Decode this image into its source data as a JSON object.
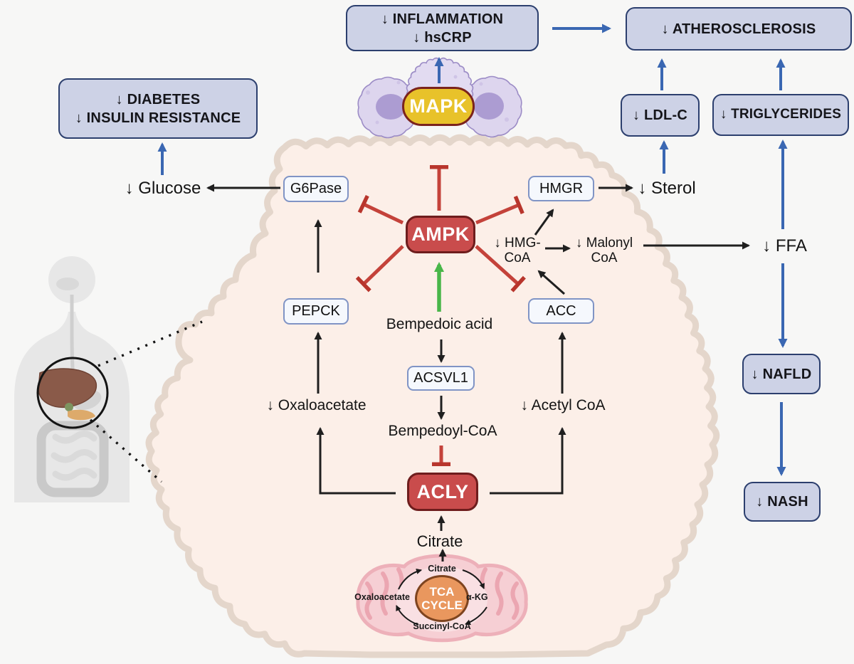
{
  "outcomes": {
    "inflammation": {
      "line1": "↓ INFLAMMATION",
      "line2": "↓ hsCRP"
    },
    "atherosclerosis": {
      "label": "↓ ATHEROSCLEROSIS"
    },
    "diabetes": {
      "line1": "↓ DIABETES",
      "line2": "↓ INSULIN RESISTANCE"
    },
    "ldl_c": {
      "label": "↓ LDL-C"
    },
    "triglycerides": {
      "label": "↓ TRIGLYCERIDES"
    },
    "nafld": {
      "label": "↓ NAFLD"
    },
    "nash": {
      "label": "↓ NASH"
    }
  },
  "kinases": {
    "mapk": "MAPK",
    "ampk": "AMPK",
    "acly": "ACLY"
  },
  "enzymes": {
    "g6pase": "G6Pase",
    "hmgr": "HMGR",
    "pepck": "PEPCK",
    "acc": "ACC",
    "acsvl1": "ACSVL1"
  },
  "metabolites": {
    "glucose": "↓ Glucose",
    "sterol": "↓ Sterol",
    "hmg_coa": {
      "line1": "↓ HMG-",
      "line2": "CoA"
    },
    "malonyl_coa": {
      "line1": "↓ Malonyl",
      "line2": "CoA"
    },
    "ffa": "↓ FFA",
    "oxaloacetate": "↓ Oxaloacetate",
    "acetyl_coa": "↓ Acetyl CoA",
    "bempedoic_acid": "Bempedoic acid",
    "bempedoyl_coa": "Bempedoyl-CoA",
    "citrate": "Citrate"
  },
  "tca_cycle": {
    "line1": "TCA",
    "line2": "CYCLE",
    "intermediates": {
      "citrate": "Citrate",
      "alpha_kg": "α-KG",
      "succinyl_coa": "Succinyl-CoA",
      "oxaloacetate": "Oxaloacetate"
    }
  },
  "colors": {
    "outcome_fill": "#cdd2e6",
    "outcome_border": "#2c3f6e",
    "enzyme_fill": "#f5f8fd",
    "enzyme_border": "#8094c5",
    "kinase_fill": "#c94c4c",
    "kinase_border": "#6e1d1d",
    "mapk_fill": "#e8c22a",
    "tca_fill": "#e9975e",
    "cell_fill": "#fcefe8",
    "membrane": "#e4d6cb",
    "arrow_black": "#1f1f1f",
    "arrow_blue": "#3a67b2",
    "arrow_green": "#49b649",
    "inhibit_red": "#c4423a"
  }
}
